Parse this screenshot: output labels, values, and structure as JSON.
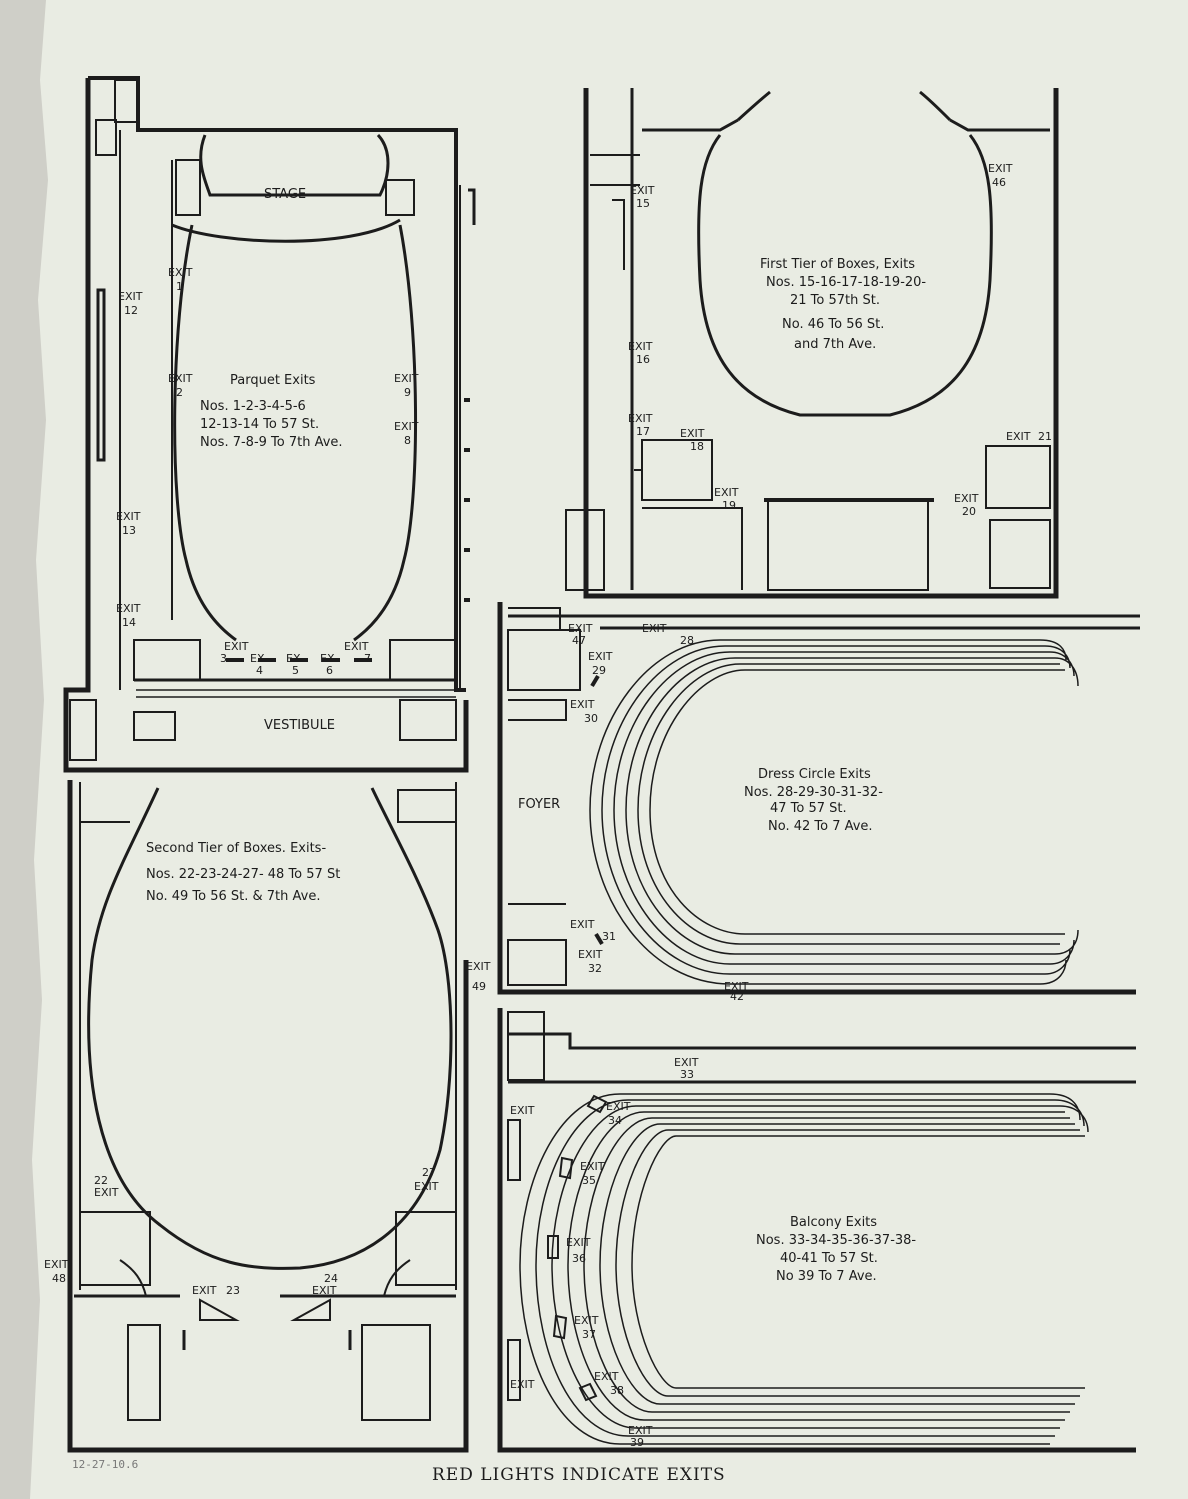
{
  "parquet": {
    "stage": "STAGE",
    "vestibule": "VESTIBULE",
    "title": "Parquet Exits",
    "line1": "Nos. 1-2-3-4-5-6",
    "line2": "12-13-14 To 57 St.",
    "line3": "Nos. 7-8-9 To 7th Ave.",
    "exits": [
      {
        "word": "EXIT",
        "num": "1"
      },
      {
        "word": "EXIT",
        "num": "2"
      },
      {
        "word": "EXIT",
        "num": "3"
      },
      {
        "word": "EX",
        "num": "4"
      },
      {
        "word": "EX",
        "num": "5"
      },
      {
        "word": "EX",
        "num": "6"
      },
      {
        "word": "EXIT",
        "num": "7"
      },
      {
        "word": "EXIT",
        "num": "8"
      },
      {
        "word": "EXIT",
        "num": "9"
      },
      {
        "word": "EXIT",
        "num": "12"
      },
      {
        "word": "EXIT",
        "num": "13"
      },
      {
        "word": "EXIT",
        "num": "14"
      }
    ]
  },
  "first_tier": {
    "title": "First Tier of Boxes, Exits",
    "line1": "Nos. 15-16-17-18-19-20-",
    "line2": "21 To 57th St.",
    "line3": "No. 46 To 56 St.",
    "line4": "and 7th Ave.",
    "exits": [
      {
        "word": "EXIT",
        "num": "15"
      },
      {
        "word": "EXIT",
        "num": "16"
      },
      {
        "word": "EXIT",
        "num": "17"
      },
      {
        "word": "EXIT",
        "num": "18"
      },
      {
        "word": "EXIT",
        "num": "19"
      },
      {
        "word": "EXIT",
        "num": "20"
      },
      {
        "word": "EXIT",
        "num": "21"
      },
      {
        "word": "EXIT",
        "num": "46"
      }
    ]
  },
  "second_tier": {
    "title": "Second Tier of Boxes. Exits-",
    "line1": "Nos. 22-23-24-27- 48 To 57 St",
    "line2": "No. 49 To 56 St. & 7th Ave.",
    "exits": [
      {
        "word": "EXIT",
        "num": "22"
      },
      {
        "word": "EXIT",
        "num": "23"
      },
      {
        "word": "EXIT",
        "num": "24"
      },
      {
        "word": "EXIT",
        "num": "27"
      },
      {
        "word": "EXIT",
        "num": "48"
      },
      {
        "word": "EXIT",
        "num": "49"
      }
    ]
  },
  "dress_circle": {
    "foyer": "FOYER",
    "title": "Dress Circle Exits",
    "line1": "Nos. 28-29-30-31-32-",
    "line2": "47 To 57 St.",
    "line3": "No. 42 To 7 Ave.",
    "exits": [
      {
        "word": "EXIT",
        "num": "47"
      },
      {
        "word": "EXIT",
        "num": "28"
      },
      {
        "word": "EXIT",
        "num": "29"
      },
      {
        "word": "EXIT",
        "num": "30"
      },
      {
        "word": "EXIT",
        "num": "31"
      },
      {
        "word": "EXIT",
        "num": "32"
      },
      {
        "word": "EXIT",
        "num": "42"
      }
    ]
  },
  "balcony": {
    "title": "Balcony Exits",
    "line1": "Nos. 33-34-35-36-37-38-",
    "line2": "40-41 To 57 St.",
    "line3": "No 39 To 7 Ave.",
    "exits": [
      {
        "word": "EXIT",
        "num": "33"
      },
      {
        "word": "EXIT",
        "num": "34"
      },
      {
        "word": "EXIT",
        "num": "35"
      },
      {
        "word": "EXIT",
        "num": "36"
      },
      {
        "word": "EXIT",
        "num": "37"
      },
      {
        "word": "EXIT",
        "num": "38"
      },
      {
        "word": "EXIT",
        "num": "39"
      },
      {
        "word": "EXIT",
        "num": ""
      },
      {
        "word": "EXIT",
        "num": ""
      }
    ]
  },
  "footer": "RED LIGHTS INDICATE EXITS",
  "handwritten": "12-27-10.6",
  "colors": {
    "paper": "#e9ece3",
    "ink": "#1c1c1c"
  }
}
